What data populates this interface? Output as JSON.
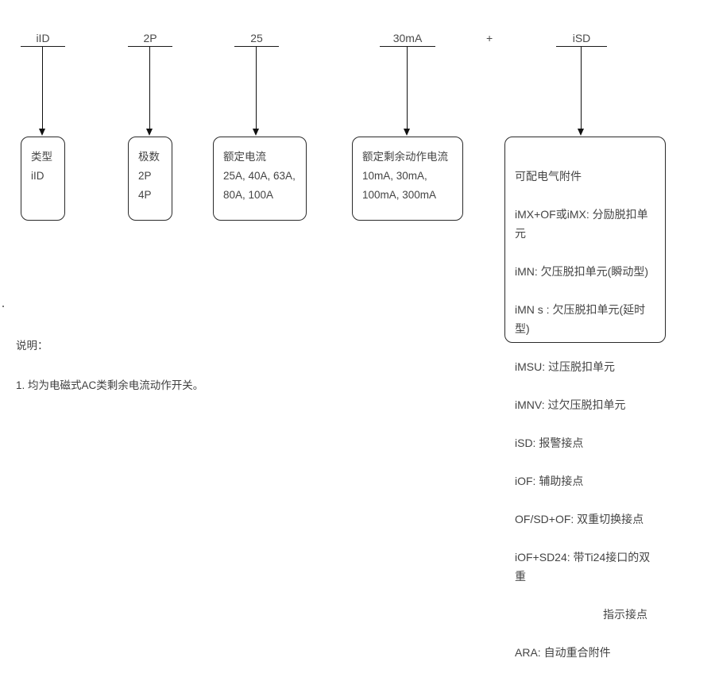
{
  "segments": [
    {
      "code": "iID",
      "title": "类型",
      "lines": "iID"
    },
    {
      "code": "2P",
      "title": "极数",
      "lines": "2P\n4P"
    },
    {
      "code": "25",
      "title": "额定电流",
      "lines": "25A, 40A, 63A,\n80A, 100A"
    },
    {
      "code": "30mA",
      "title": "额定剩余动作电流",
      "lines": "10mA, 30mA,\n100mA, 300mA"
    },
    {
      "code": "iSD",
      "title": "可配电气附件",
      "lines": ""
    }
  ],
  "connector": {
    "plus": "+"
  },
  "accessories": {
    "heading": "可配电气附件",
    "items": [
      "iMX+OF或iMX: 分励脱扣单元",
      "iMN: 欠压脱扣单元(瞬动型)",
      "iMN s : 欠压脱扣单元(延时型)",
      "iMSU: 过压脱扣单元",
      "iMNV: 过欠压脱扣单元",
      "iSD: 报警接点",
      "iOF: 辅助接点",
      "OF/SD+OF: 双重切换接点",
      "iOF+SD24: 带Ti24接口的双重"
    ],
    "continuation": "指示接点",
    "last_item": "ARA: 自动重合附件"
  },
  "notes": {
    "heading": "说明：",
    "line1": "1. 均为电磁式AC类剩余电流动作开关。"
  }
}
